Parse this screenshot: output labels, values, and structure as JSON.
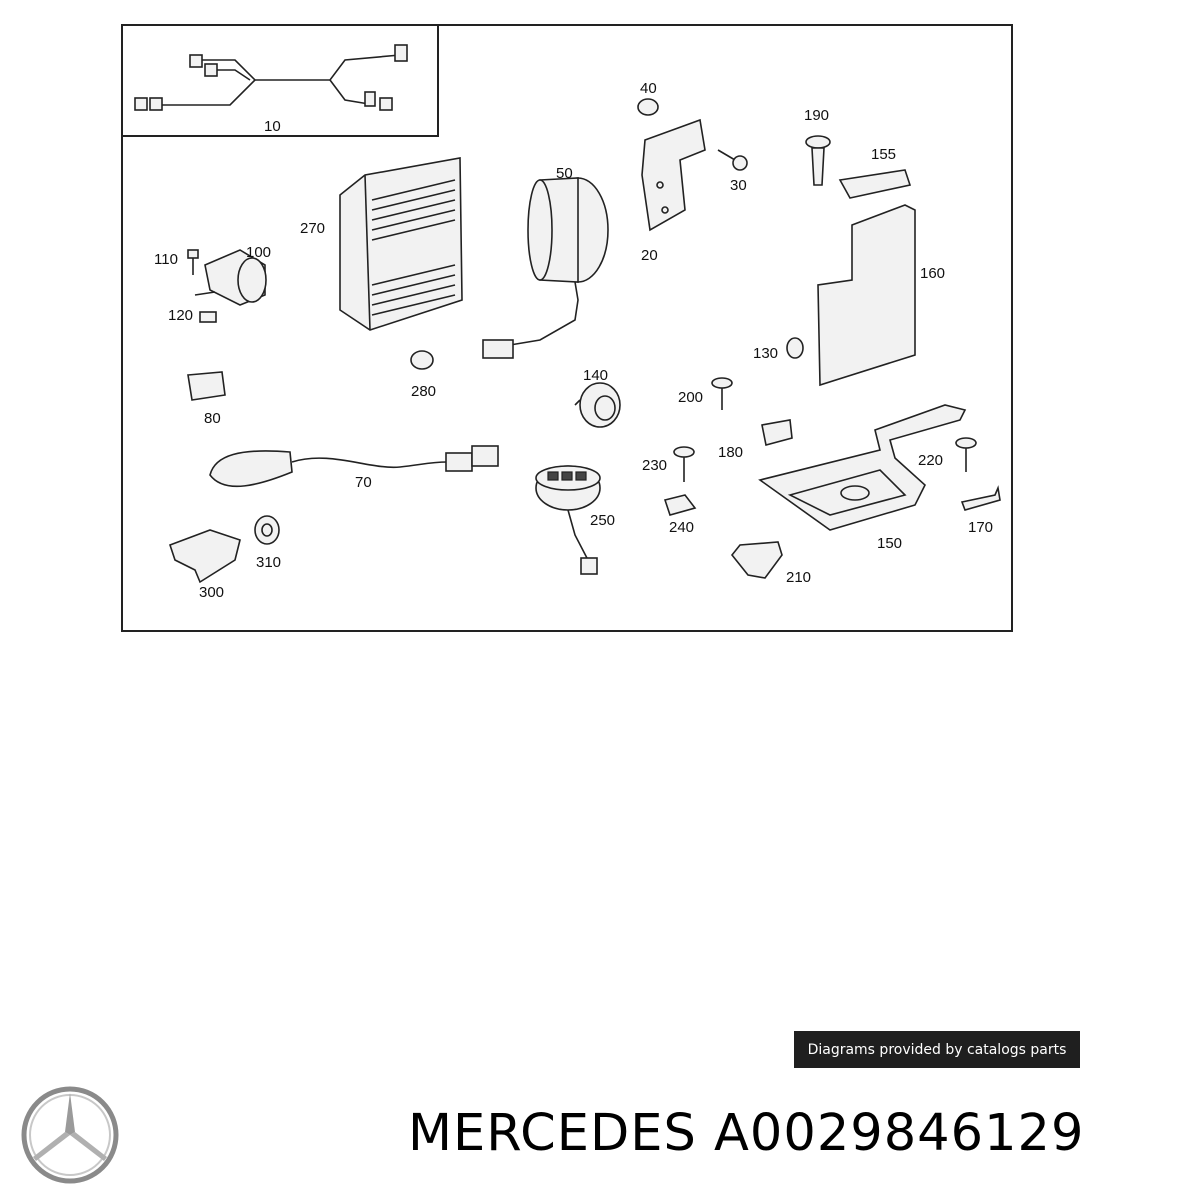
{
  "diagram": {
    "callouts": [
      "10",
      "40",
      "190",
      "155",
      "50",
      "30",
      "270",
      "20",
      "110",
      "100",
      "160",
      "120",
      "130",
      "280",
      "140",
      "80",
      "200",
      "180",
      "230",
      "220",
      "70",
      "250",
      "240",
      "170",
      "310",
      "150",
      "300",
      "210"
    ]
  },
  "credit": "Diagrams provided by catalogs parts",
  "title": {
    "brand": "MERCEDES",
    "part_number": "A0029846129"
  }
}
